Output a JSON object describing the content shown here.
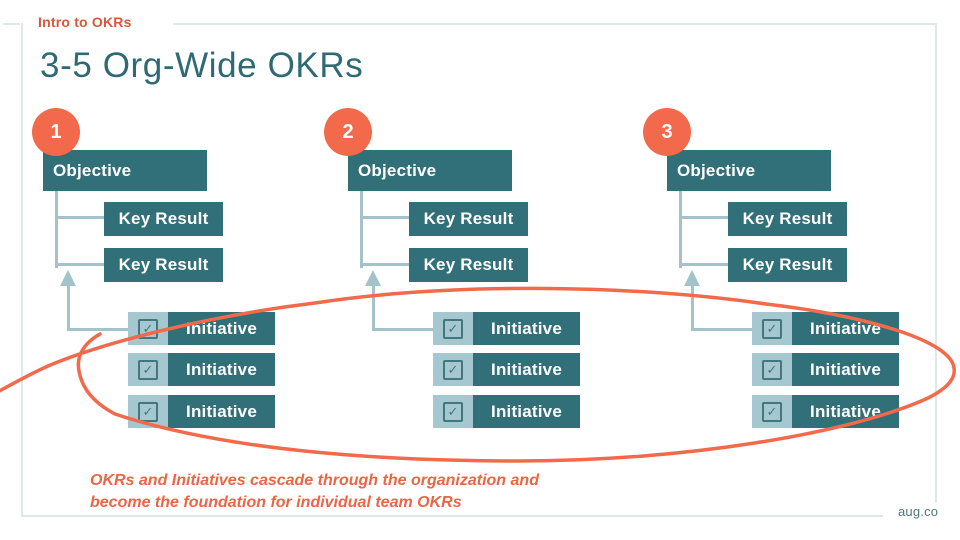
{
  "slide": {
    "eyebrow": "Intro to OKRs",
    "title": "3-5 Org-Wide OKRs",
    "footer": "aug.co",
    "caption": {
      "line1": "OKRs and Initiatives cascade through the organization and",
      "line2": "become the foundation for individual team OKRs"
    }
  },
  "columns": [
    {
      "number": "1",
      "objective": "Objective",
      "key_results": [
        "Key Result",
        "Key Result"
      ],
      "initiatives": [
        "Initiative",
        "Initiative",
        "Initiative"
      ]
    },
    {
      "number": "2",
      "objective": "Objective",
      "key_results": [
        "Key Result",
        "Key Result"
      ],
      "initiatives": [
        "Initiative",
        "Initiative",
        "Initiative"
      ]
    },
    {
      "number": "3",
      "objective": "Objective",
      "key_results": [
        "Key Result",
        "Key Result"
      ],
      "initiatives": [
        "Initiative",
        "Initiative",
        "Initiative"
      ]
    }
  ],
  "icons": {
    "checkmark": "✓"
  },
  "colors": {
    "accent_orange": "#f26a4b",
    "eyebrow_orange": "#d8573a",
    "caption_orange": "#ee6445",
    "box_teal": "#316f79",
    "title_teal": "#2e6a73",
    "connector_blue": "#a3c2ca",
    "checkbox_area_blue": "#a5c8d0",
    "checkbox_mark_teal": "#44767e",
    "frame_border": "#dee9e7",
    "background": "#ffffff"
  }
}
